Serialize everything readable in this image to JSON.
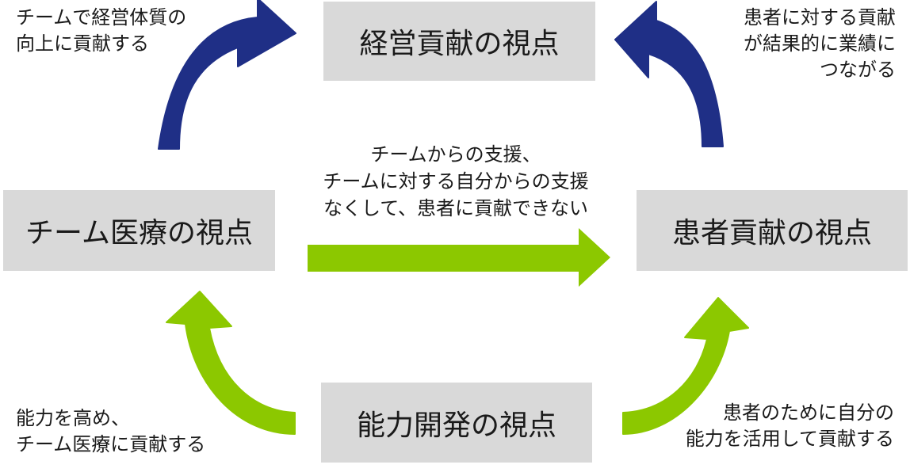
{
  "boxes": {
    "top": "経営貢献の視点",
    "left": "チーム医療の視点",
    "right": "患者貢献の視点",
    "bottom": "能力開発の視点"
  },
  "notes": {
    "top_left": [
      "チームで経営体質の",
      "向上に貢献する"
    ],
    "top_right": [
      "患者に対する貢献",
      "が結果的に業績に",
      "つながる"
    ],
    "bottom_left": [
      "能力を高め、",
      "チーム医療に貢献する"
    ],
    "bottom_right": [
      "患者のために自分の",
      "能力を活用して貢献する"
    ],
    "center": [
      "チームからの支援、",
      "チームに対する自分からの支援",
      "なくして、患者に貢献できない"
    ]
  },
  "colors": {
    "box_fill": "#d9d9d9",
    "arrow_navy": "#1f2f86",
    "arrow_green": "#8cc800"
  }
}
